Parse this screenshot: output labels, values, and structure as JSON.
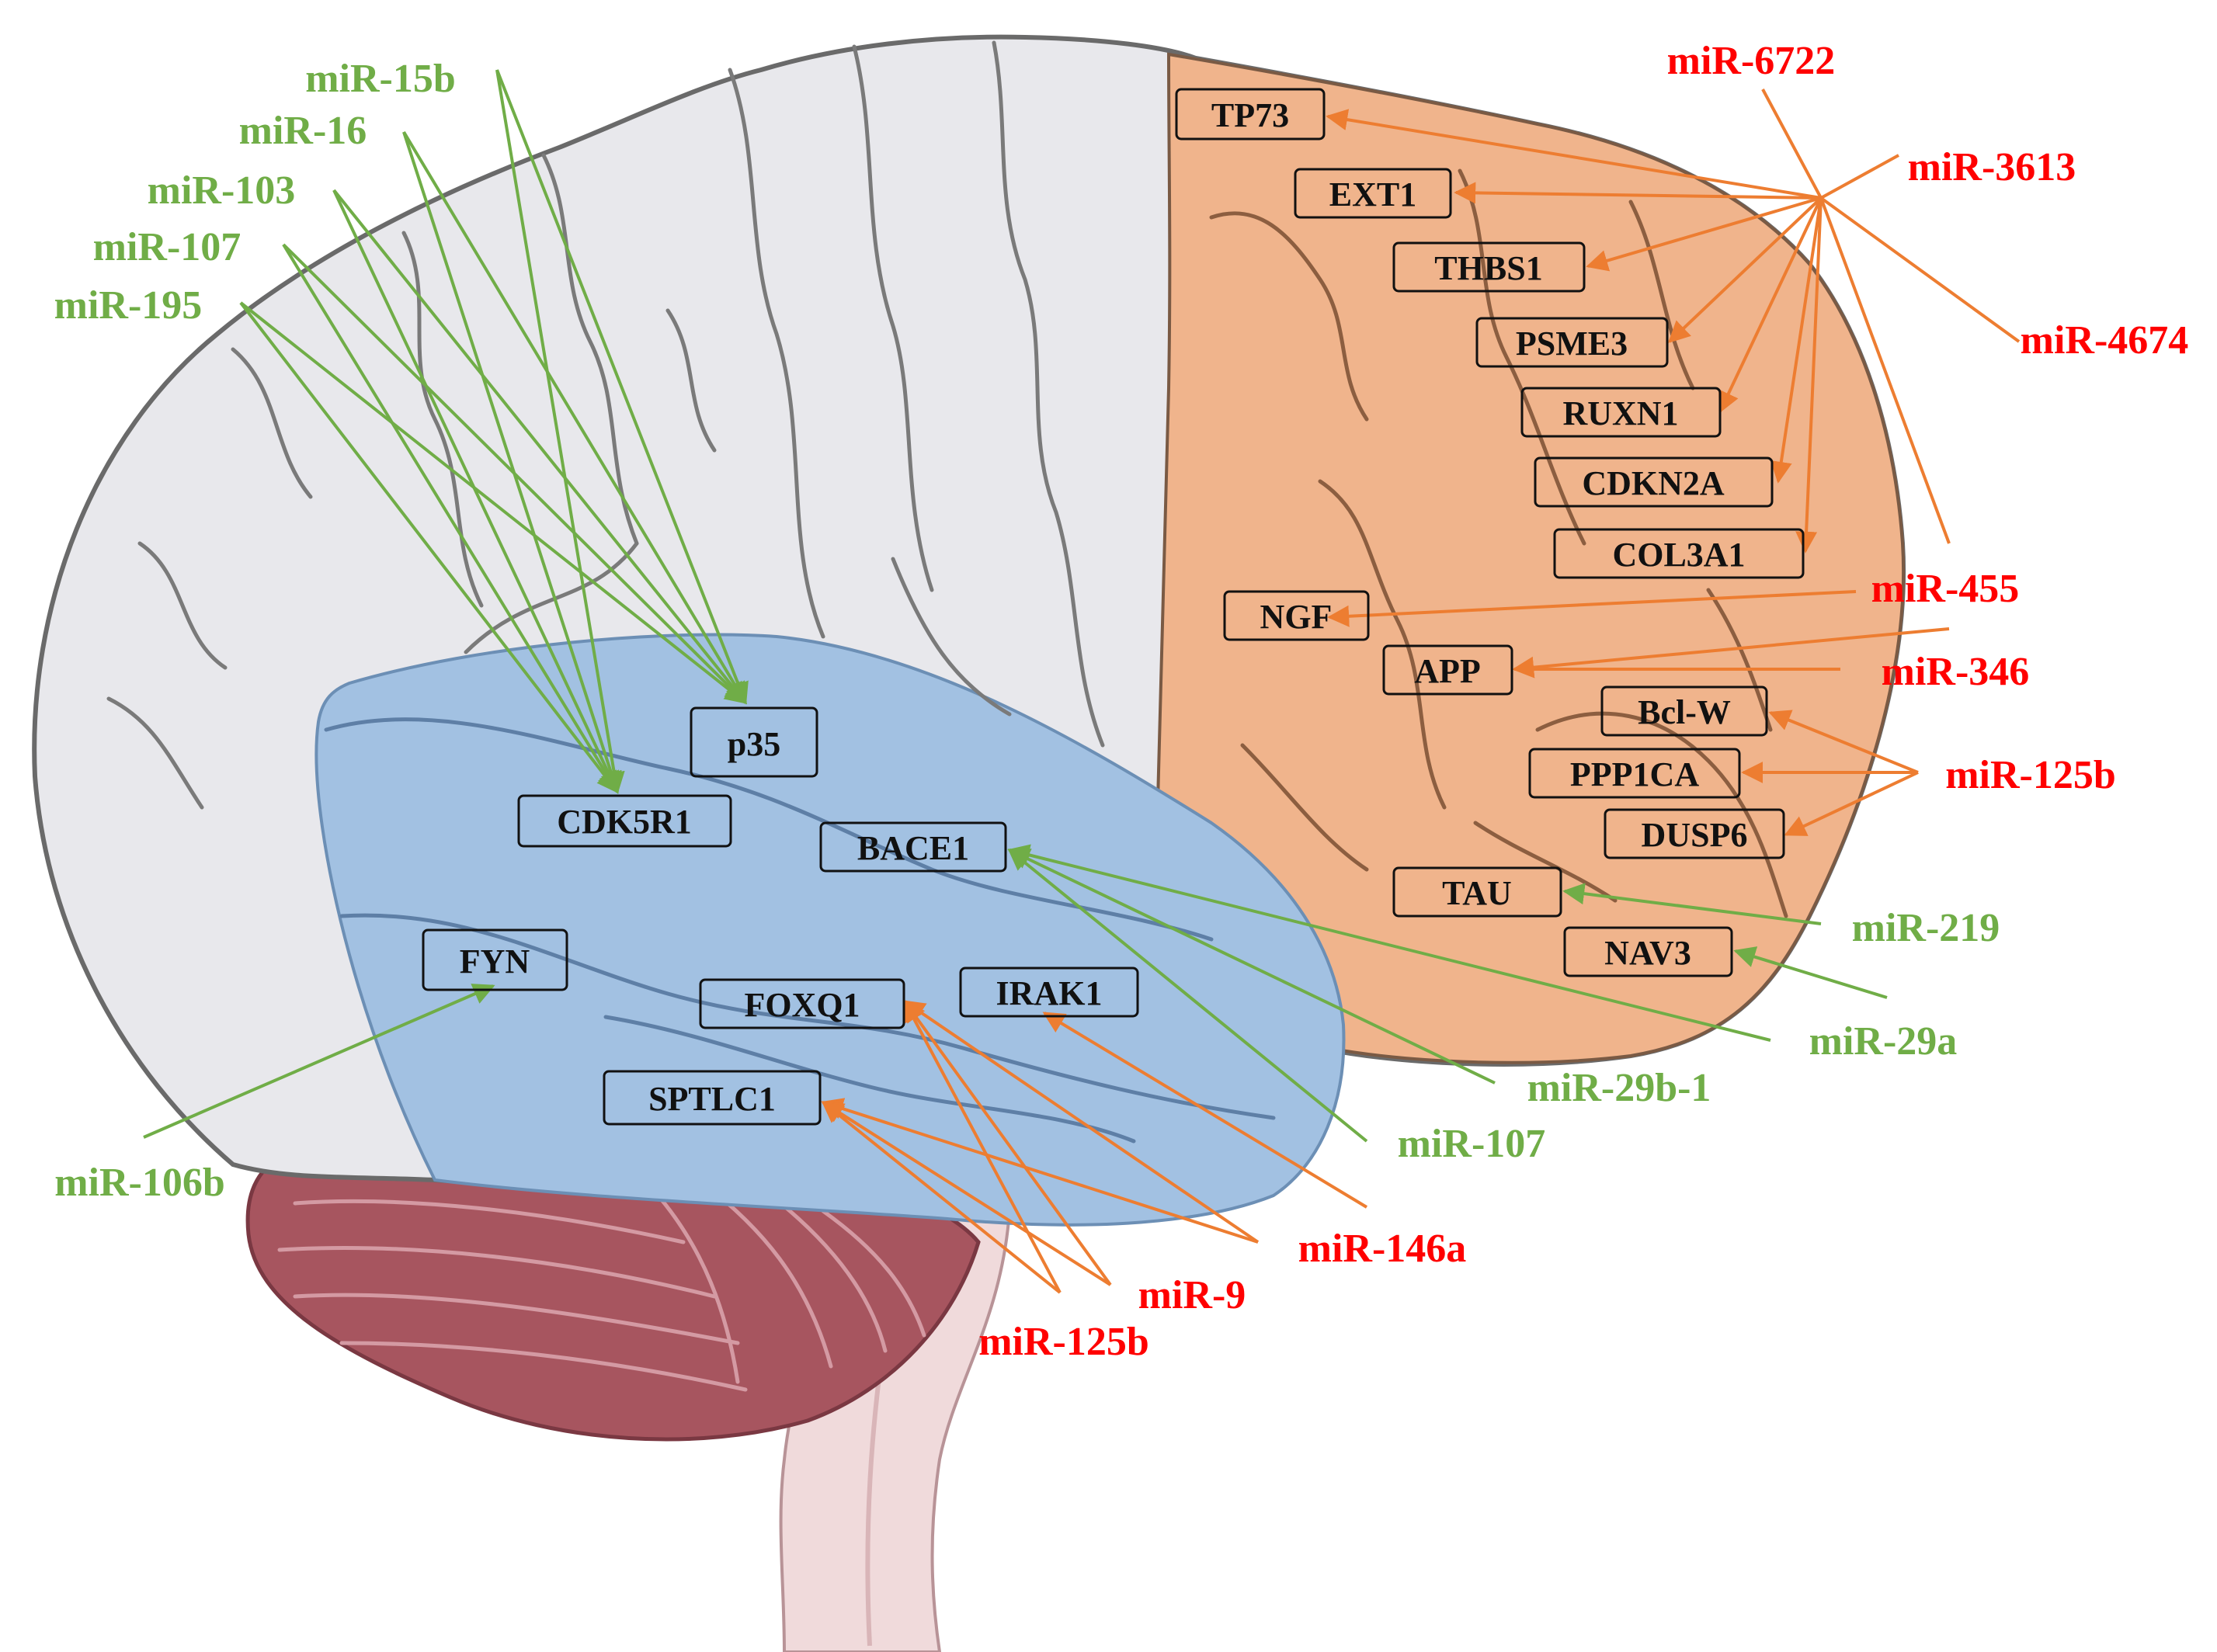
{
  "colors": {
    "upregulated_mirna": "#ff0000",
    "downregulated_mirna": "#70ad47",
    "upregulated_link": "#ed7d31",
    "downregulated_link": "#70ad47",
    "cortex": "#e8e8ec",
    "frontal_lobe": "#f0b48c",
    "temporal_lobe": "#a2c1e2",
    "cerebellum": "#a7555f",
    "brainstem": "#f0dadb"
  },
  "genes": {
    "tp73": "TP73",
    "ext1": "EXT1",
    "thbs1": "THBS1",
    "psme3": "PSME3",
    "ruxn1": "RUXN1",
    "cdkn2a": "CDKN2A",
    "col3a1": "COL3A1",
    "ngf": "NGF",
    "app": "APP",
    "bclw": "Bcl-W",
    "ppp1ca": "PPP1CA",
    "dusp6": "DUSP6",
    "tau": "TAU",
    "nav3": "NAV3",
    "p35": "p35",
    "cdk5r1": "CDK5R1",
    "bace1": "BACE1",
    "fyn": "FYN",
    "foxq1": "FOXQ1",
    "irak1": "IRAK1",
    "sptlc1": "SPTLC1"
  },
  "mirnas": {
    "mir15b": "miR-15b",
    "mir16": "miR-16",
    "mir103": "miR-103",
    "mir107_top": "miR-107",
    "mir195": "miR-195",
    "mir6722": "miR-6722",
    "mir3613": "miR-3613",
    "mir4674": "miR-4674",
    "mir455": "miR-455",
    "mir346": "miR-346",
    "mir125b_right": "miR-125b",
    "mir219": "miR-219",
    "mir29a": "miR-29a",
    "mir29b1": "miR-29b-1",
    "mir107_bottom": "miR-107",
    "mir106b": "miR-106b",
    "mir146a": "miR-146a",
    "mir9": "miR-9",
    "mir125b_bottom": "miR-125b"
  }
}
